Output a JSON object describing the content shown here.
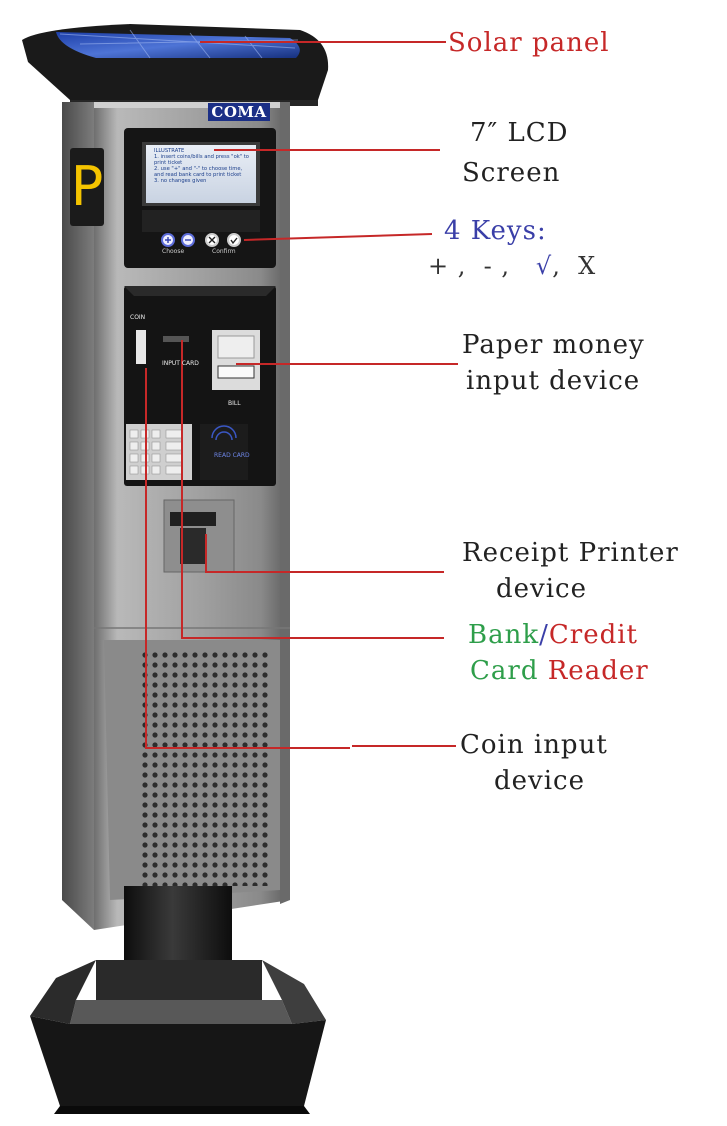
{
  "device": {
    "brand": "COMA",
    "parking_sign": "P",
    "screen_lines": [
      "ILLUSTRATE",
      "1. insert coins/bills and press \"ok\" to print ticket",
      "2. use \"+\" and \"-\" to choose time, and read bank card to print ticket",
      "3. no changes given"
    ],
    "key_captions": {
      "choose": "Choose",
      "confirm": "Confirm"
    },
    "panel_labels": {
      "coin": "COIN",
      "input_card": "INPUT CARD",
      "bill": "BILL",
      "read_card": "READ CARD"
    }
  },
  "callouts": {
    "solar_panel": "Solar panel",
    "lcd_line1": "7″ LCD",
    "lcd_line2": "Screen",
    "keys_title": "4 Keys:",
    "keys_plus": "+",
    "keys_minus": "-",
    "keys_check": "√",
    "keys_x": "X",
    "paper_line1": "Paper money",
    "paper_line2": "input device",
    "printer_line1": "Receipt Printer",
    "printer_line2": "device",
    "bank_word": "Bank",
    "slash": "/",
    "credit_word": "Credit",
    "card_word": "Card",
    "reader_word": "Reader",
    "coin_line1": "Coin input",
    "coin_line2": "device"
  },
  "colors": {
    "leader_line": "#c62828",
    "callout_red": "#c62828",
    "callout_blue": "#3a3fa8",
    "callout_green": "#2e9e4a",
    "brand_plate": "#1b2f86",
    "parking_sign": "#f5c400"
  }
}
